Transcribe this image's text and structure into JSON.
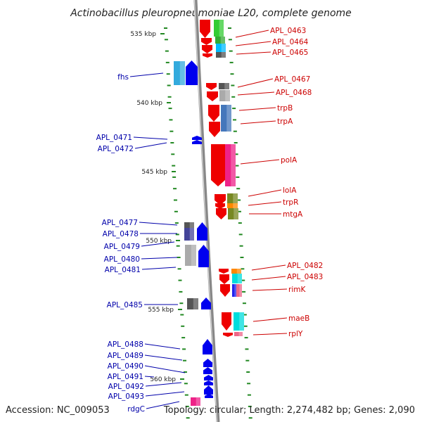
{
  "title": "Actinobacillus pleuropneumoniae L20, complete genome",
  "footer": {
    "accession": "Accession: NC_009053",
    "topology": "Topology: circular; Length: 2,274,482 bp; Genes: 2,090"
  },
  "scale_labels": [
    "535 kbp",
    "540 kbp",
    "545 kbp",
    "550 kbp",
    "555 kbp",
    "560 kbp"
  ],
  "right_genes": [
    "APL_0463",
    "APL_0464",
    "APL_0465",
    "APL_0467",
    "APL_0468",
    "trpB",
    "trpA",
    "polA",
    "lolA",
    "trpR",
    "mtgA",
    "APL_0482",
    "APL_0483",
    "rimK",
    "maeB",
    "rplY"
  ],
  "left_genes": [
    "fhs",
    "APL_0471",
    "APL_0472",
    "APL_0477",
    "APL_0478",
    "APL_0479",
    "APL_0480",
    "APL_0481",
    "APL_0485",
    "APL_0488",
    "APL_0489",
    "APL_0490",
    "APL_0491",
    "APL_0492",
    "APL_0493",
    "rdgC"
  ],
  "colors": {
    "forward": "#ee0000",
    "reverse": "#0000ee",
    "label_right": "#cc0000",
    "label_left": "#0000aa",
    "tick": "#228822",
    "backbone": "#888888"
  }
}
